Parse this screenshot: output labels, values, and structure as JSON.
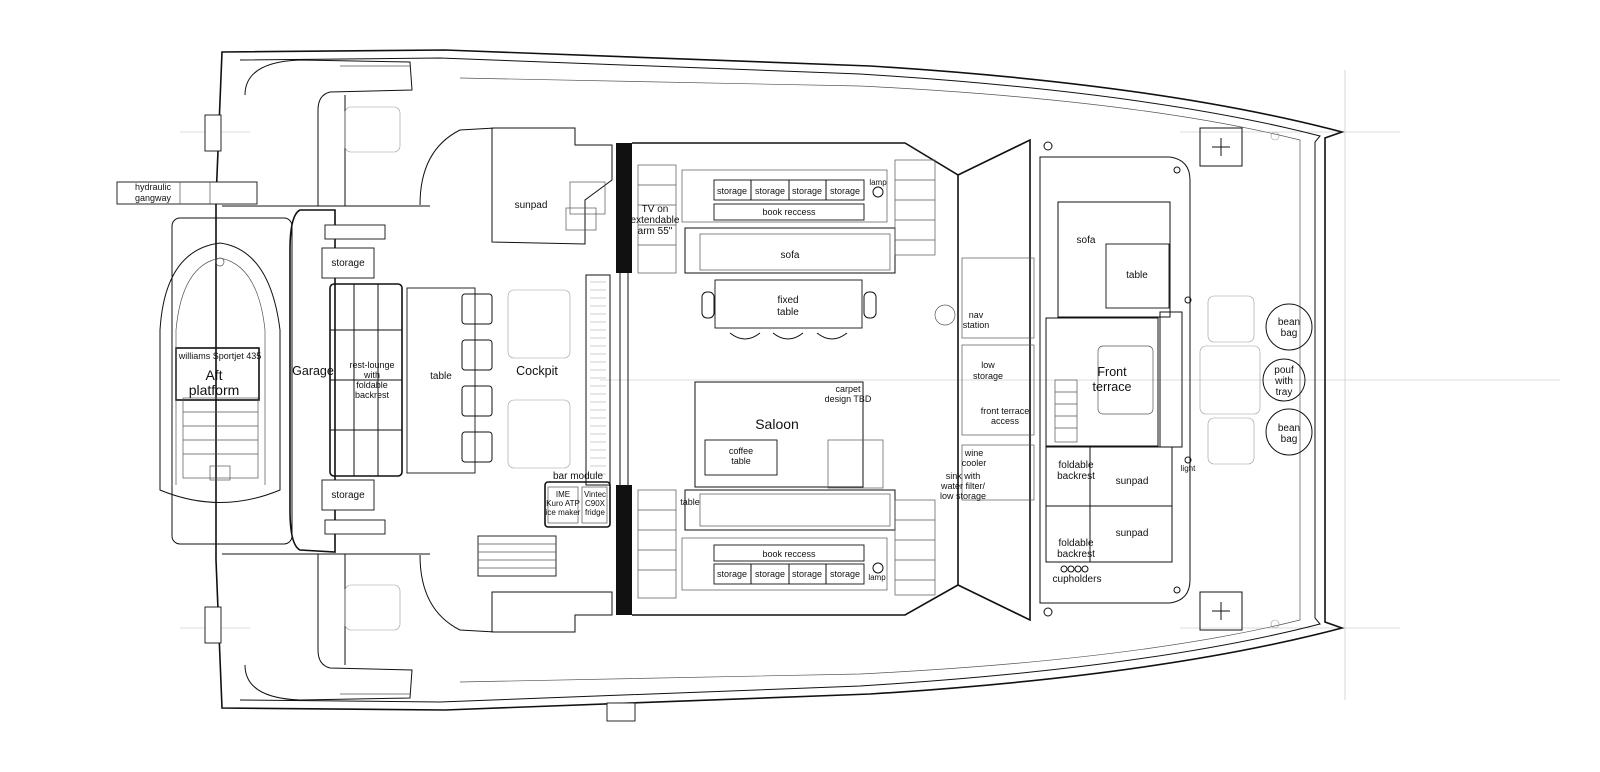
{
  "labels": {
    "hydraulic_gangway_1": "hydraulic",
    "hydraulic_gangway_2": "gangway",
    "tender_model": "williams Sportjet 435",
    "aft_platform_1": "Aft",
    "aft_platform_2": "platform",
    "garage": "Garage",
    "storage_aft_top": "storage",
    "storage_aft_bottom": "storage",
    "rest_lounge_1": "rest-lounge",
    "rest_lounge_2": "with",
    "rest_lounge_3": "foldable",
    "rest_lounge_4": "backrest",
    "cockpit_table": "table",
    "cockpit": "Cockpit",
    "sunpad_aft": "sunpad",
    "tv_1": "TV on",
    "tv_2": "extendable",
    "tv_3": "arm 55\"",
    "storage_top_1": "storage",
    "storage_top_2": "storage",
    "storage_top_3": "storage",
    "storage_top_4": "storage",
    "lamp_top": "lamp",
    "book_recess_top": "book reccess",
    "sofa_saloon": "sofa",
    "fixed_table_1": "fixed",
    "fixed_table_2": "table",
    "carpet_1": "carpet",
    "carpet_2": "design TBD",
    "saloon": "Saloon",
    "coffee_table_1": "coffee",
    "coffee_table_2": "table",
    "bar_module": "bar module",
    "bar_a1": "IME",
    "bar_a2": "Kuro ATP",
    "bar_a3": "ice maker",
    "bar_b1": "Vintec",
    "bar_b2": "C90X",
    "bar_b3": "fridge",
    "table_lower": "table",
    "book_recess_bottom": "book reccess",
    "storage_bot_1": "storage",
    "storage_bot_2": "storage",
    "storage_bot_3": "storage",
    "storage_bot_4": "storage",
    "lamp_bottom": "lamp",
    "nav_station_1": "nav",
    "nav_station_2": "station",
    "low_storage_1": "low",
    "low_storage_2": "storage",
    "front_terrace_access_1": "front terrace",
    "front_terrace_access_2": "access",
    "wine_cooler_1": "wine",
    "wine_cooler_2": "cooler",
    "sink_1": "sink with",
    "sink_2": "water filter/",
    "sink_3": "low storage",
    "sofa_front": "sofa",
    "table_front": "table",
    "front_terrace_1": "Front",
    "front_terrace_2": "terrace",
    "foldable_backrest_1a": "foldable",
    "foldable_backrest_1b": "backrest",
    "foldable_backrest_2a": "foldable",
    "foldable_backrest_2b": "backrest",
    "sunpad_front_1": "sunpad",
    "sunpad_front_2": "sunpad",
    "cupholders": "cupholders",
    "bean_bag_1a": "bean",
    "bean_bag_1b": "bag",
    "pouf_1": "pouf",
    "pouf_2": "with",
    "pouf_3": "tray",
    "bean_bag_2a": "bean",
    "bean_bag_2b": "bag",
    "light": "light"
  }
}
